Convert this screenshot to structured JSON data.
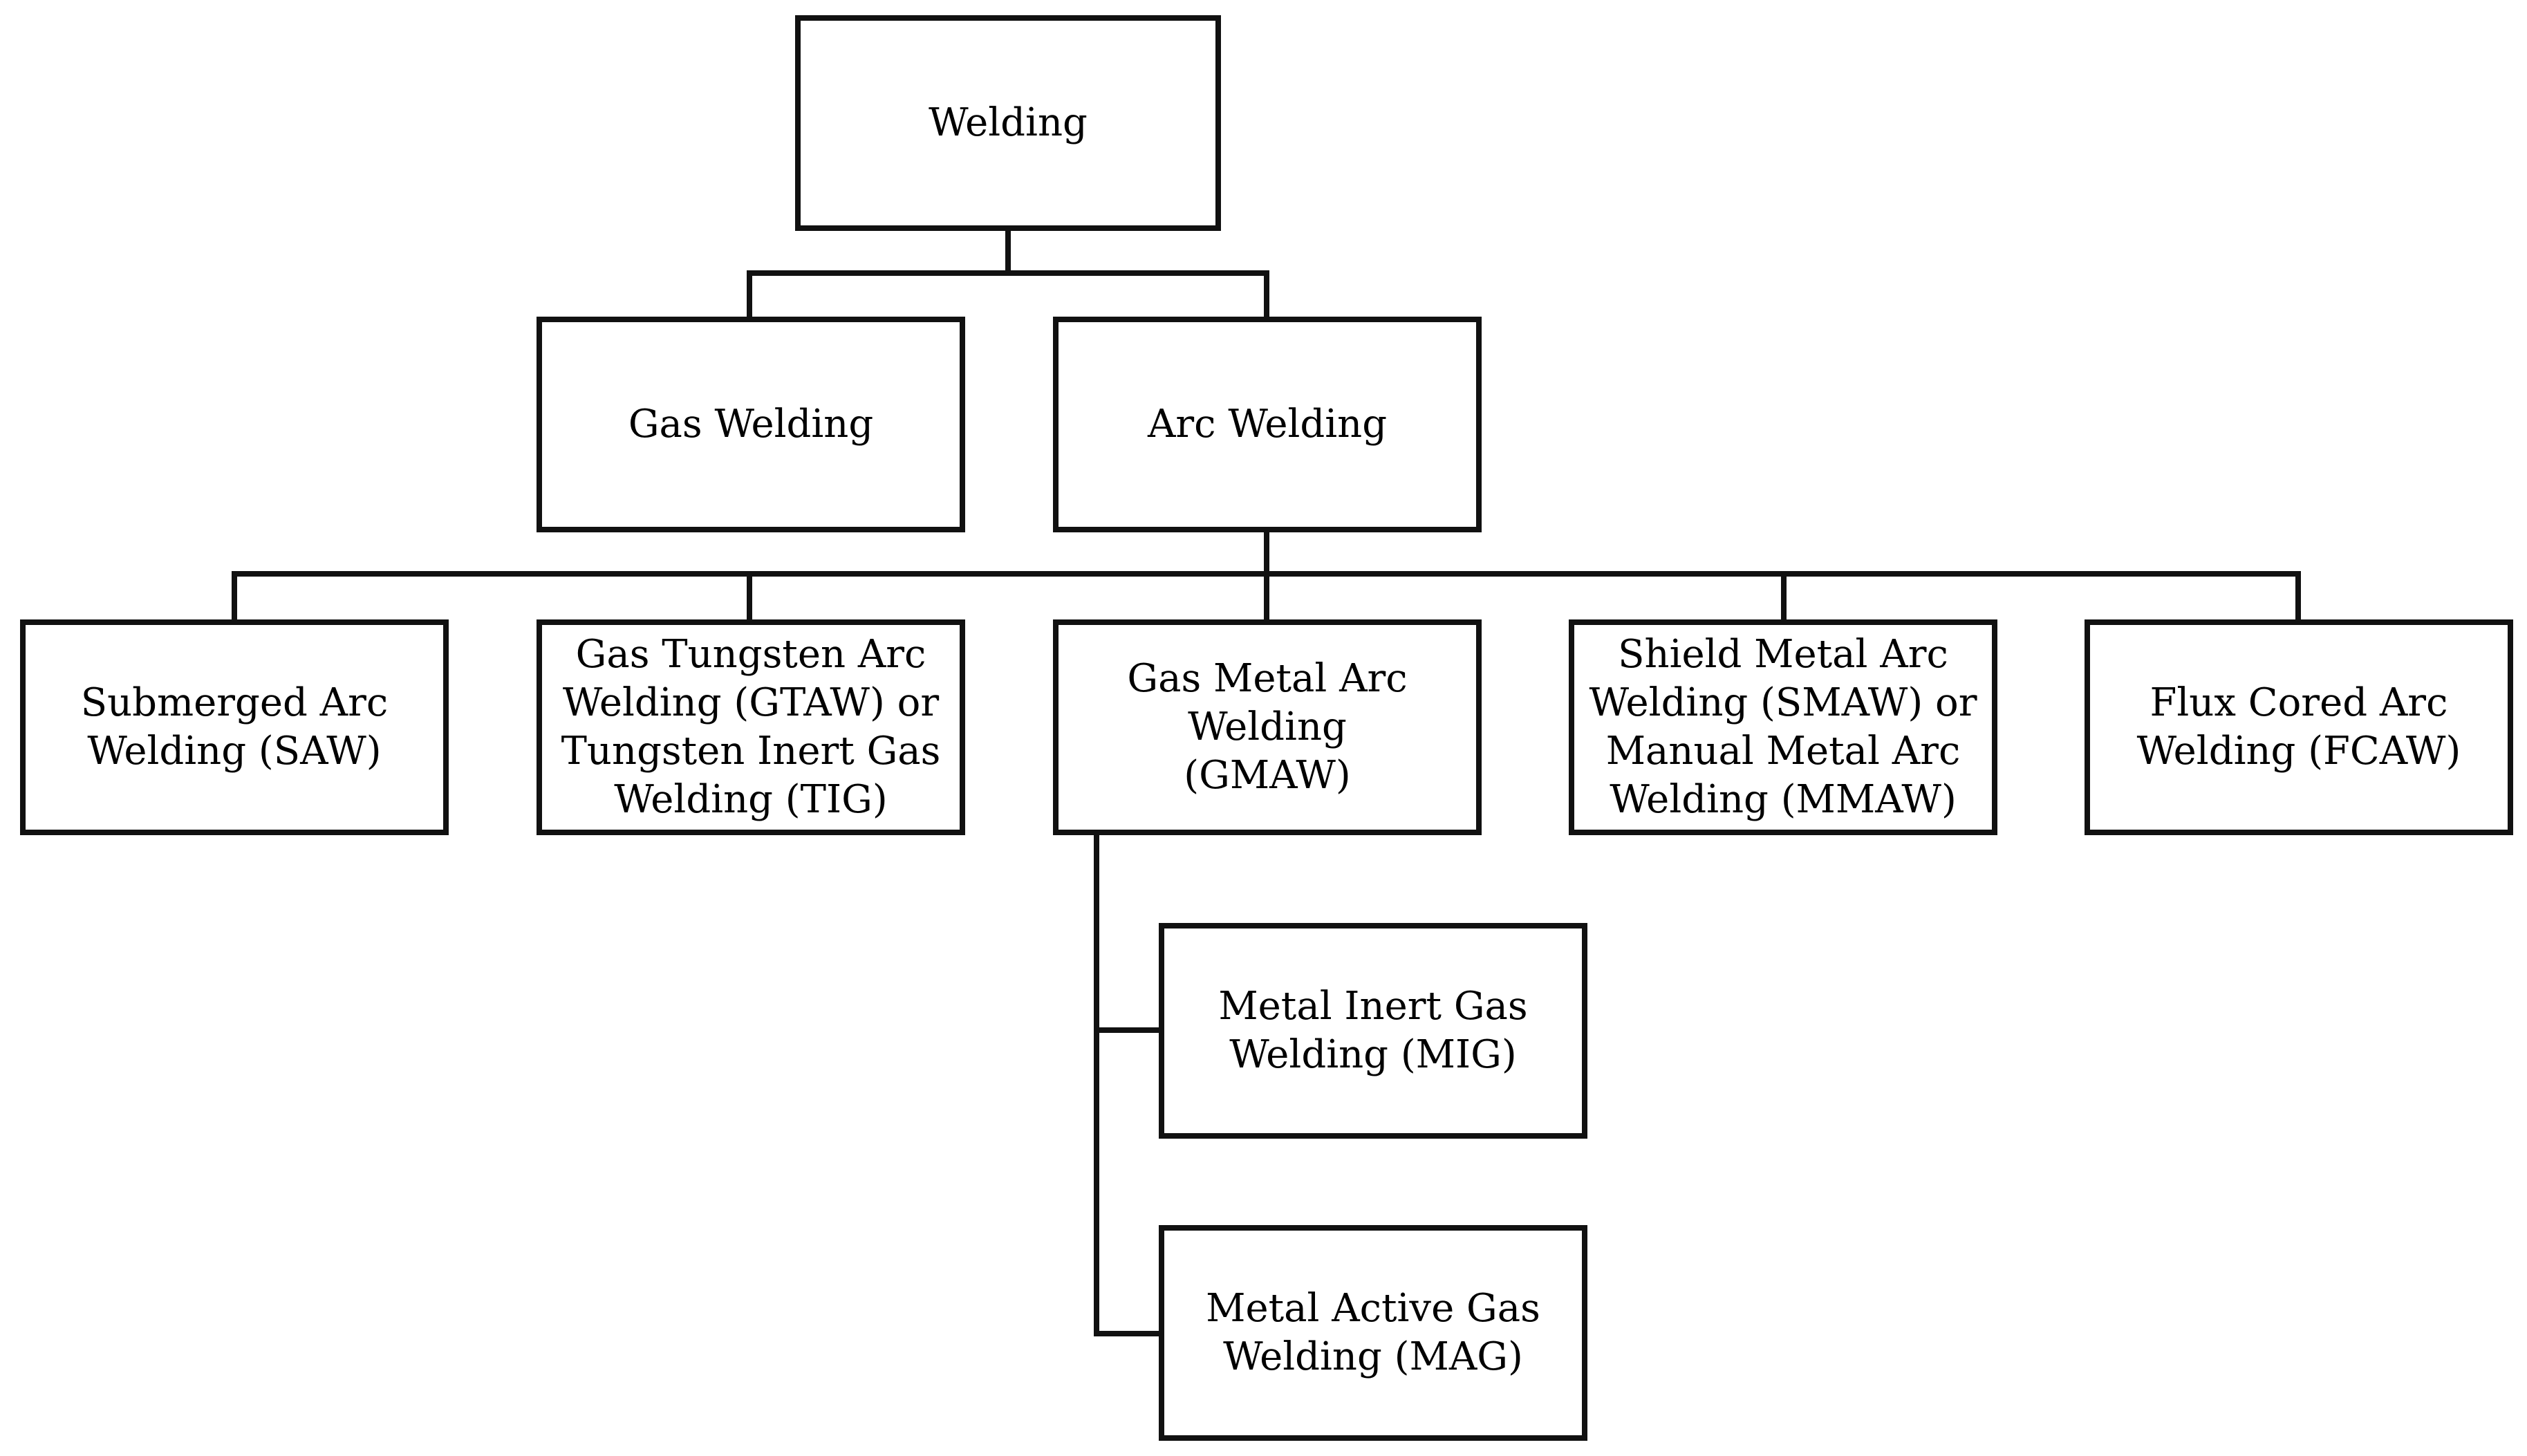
{
  "diagram": {
    "line_color": "#111111",
    "nodes": {
      "welding": "Welding",
      "gas_welding": "Gas Welding",
      "arc_welding": "Arc Welding",
      "saw": "Submerged Arc\nWelding (SAW)",
      "gtaw": "Gas Tungsten Arc\nWelding (GTAW) or\nTungsten Inert Gas\nWelding (TIG)",
      "gmaw": "Gas Metal Arc Welding\n(GMAW)",
      "smaw": "Shield Metal Arc\nWelding (SMAW) or\nManual Metal Arc\nWelding (MMAW)",
      "fcaw": "Flux Cored Arc\nWelding (FCAW)",
      "mig": "Metal Inert Gas\nWelding (MIG)",
      "mag": "Metal Active Gas\nWelding (MAG)"
    }
  }
}
